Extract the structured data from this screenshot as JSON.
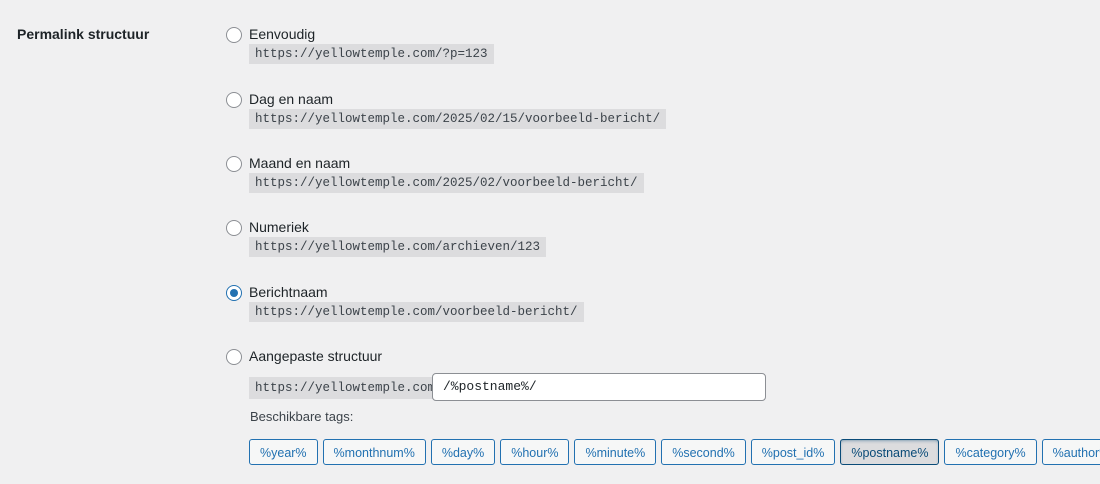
{
  "heading": "Permalink structuur",
  "options": [
    {
      "label": "Eenvoudig",
      "example": "https://yellowtemple.com/?p=123",
      "selected": false
    },
    {
      "label": "Dag en naam",
      "example": "https://yellowtemple.com/2025/02/15/voorbeeld-bericht/",
      "selected": false
    },
    {
      "label": "Maand en naam",
      "example": "https://yellowtemple.com/2025/02/voorbeeld-bericht/",
      "selected": false
    },
    {
      "label": "Numeriek",
      "example": "https://yellowtemple.com/archieven/123",
      "selected": false
    },
    {
      "label": "Berichtnaam",
      "example": "https://yellowtemple.com/voorbeeld-bericht/",
      "selected": true
    },
    {
      "label": "Aangepaste structuur",
      "example": "https://yellowtemple.com",
      "selected": false
    }
  ],
  "custom": {
    "value": "/%postname%/",
    "available_label": "Beschikbare tags:"
  },
  "tags": [
    "%year%",
    "%monthnum%",
    "%day%",
    "%hour%",
    "%minute%",
    "%second%",
    "%post_id%",
    "%postname%",
    "%category%",
    "%author%"
  ],
  "active_tag": "%postname%",
  "accent": "#2271b1"
}
